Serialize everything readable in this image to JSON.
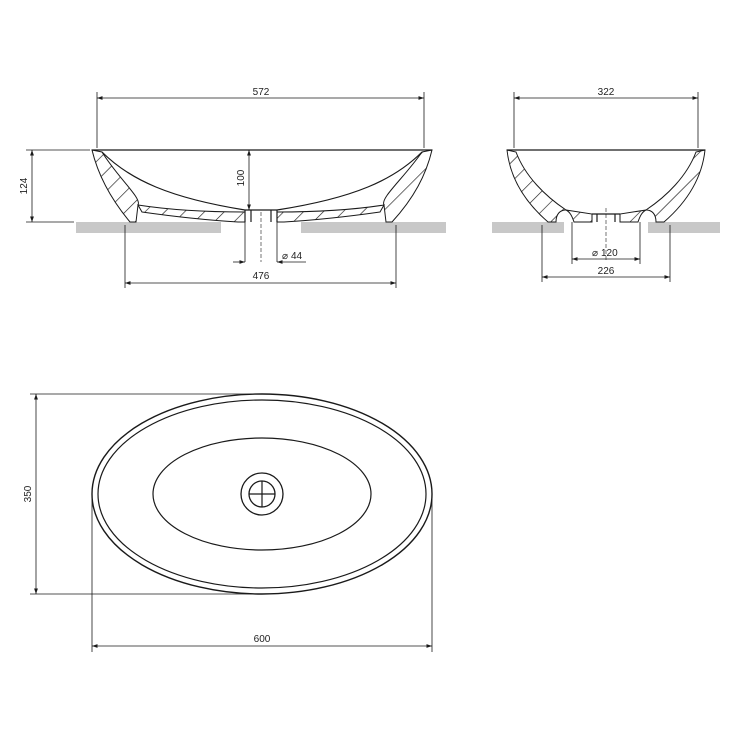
{
  "colors": {
    "line": "#1a1a1a",
    "counter": "#c8c8c8",
    "background": "#ffffff"
  },
  "front_view": {
    "top_width": "572",
    "total_height": "124",
    "inner_depth": "100",
    "drain_diameter": "44",
    "base_width": "476"
  },
  "side_view": {
    "top_width": "322",
    "drain_diameter": "120",
    "base_width": "226"
  },
  "plan_view": {
    "length": "600",
    "width": "350"
  },
  "diameter_symbol": "⌀"
}
